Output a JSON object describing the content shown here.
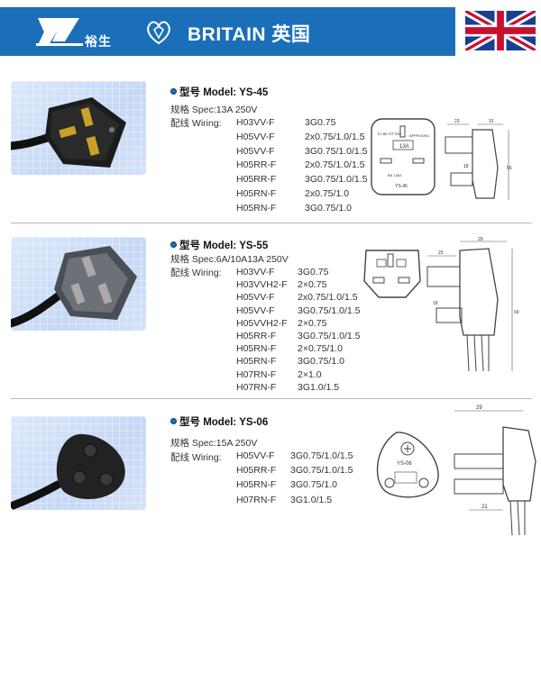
{
  "header": {
    "brand_cn": "裕生",
    "title": "BRITAIN  英国"
  },
  "products": [
    {
      "model_prefix": "型号 Model:",
      "model": "YS-45",
      "spec_label": "规格 Spec:",
      "spec_value": "13A  250V",
      "wiring_label": "配线 Wiring:",
      "wiring": [
        {
          "type": "H03VV-F",
          "size": "3G0.75"
        },
        {
          "type": "H05VV-F",
          "size": "2x0.75/1.0/1.5"
        },
        {
          "type": "H05VV-F",
          "size": "3G0.75/1.0/1.5"
        },
        {
          "type": "H05RR-F",
          "size": "2x0.75/1.0/1.5"
        },
        {
          "type": "H05RR-F",
          "size": "3G0.75/1.0/1.5"
        },
        {
          "type": "H05RN-F",
          "size": "2x0.75/1.0"
        },
        {
          "type": "H05RN-F",
          "size": "3G0.75/1.0"
        }
      ],
      "diagram_labels": {
        "fuse": "13A",
        "name": "YS-45",
        "w": "23",
        "h": "56",
        "d": "31",
        "p": "18"
      }
    },
    {
      "model_prefix": "型号 Model:",
      "model": "YS-55",
      "spec_label": "规格 Spec:",
      "spec_value": "6A/10A13A  250V",
      "wiring_label": "配线 Wiring:",
      "wiring": [
        {
          "type": "H03VV-F",
          "size": "3G0.75"
        },
        {
          "type": "H03VVH2-F",
          "size": "2×0.75"
        },
        {
          "type": "H05VV-F",
          "size": "2x0.75/1.0/1.5"
        },
        {
          "type": "H05VV-F",
          "size": "3G0.75/1.0/1.5"
        },
        {
          "type": "H05VVH2-F",
          "size": "2×0.75"
        },
        {
          "type": "H05RR-F",
          "size": "3G0.75/1.0/1.5"
        },
        {
          "type": "H05RN-F",
          "size": "2×0.75/1.0"
        },
        {
          "type": "H05RN-F",
          "size": "3G0.75/1.0"
        },
        {
          "type": "H07RN-F",
          "size": "2×1.0"
        },
        {
          "type": "H07RN-F",
          "size": "3G1.0/1.5"
        }
      ],
      "diagram_labels": {
        "w": "23",
        "h": "69",
        "d": "29",
        "p": "18"
      }
    },
    {
      "model_prefix": "型号 Model:",
      "model": "YS-06",
      "spec_label": "规格 Spec:",
      "spec_value": "15A  250V",
      "wiring_label": "配线 Wiring:",
      "wiring": [
        {
          "type": "H05VV-F",
          "size": "3G0.75/1.0/1.5"
        },
        {
          "type": "H05RR-F",
          "size": "3G0.75/1.0/1.5"
        },
        {
          "type": "H05RN-F",
          "size": "3G0.75/1.0"
        },
        {
          "type": "H07RN-F",
          "size": "3G1.0/1.5"
        }
      ],
      "diagram_labels": {
        "name": "YS-06",
        "w": "29",
        "p": "21"
      }
    }
  ]
}
